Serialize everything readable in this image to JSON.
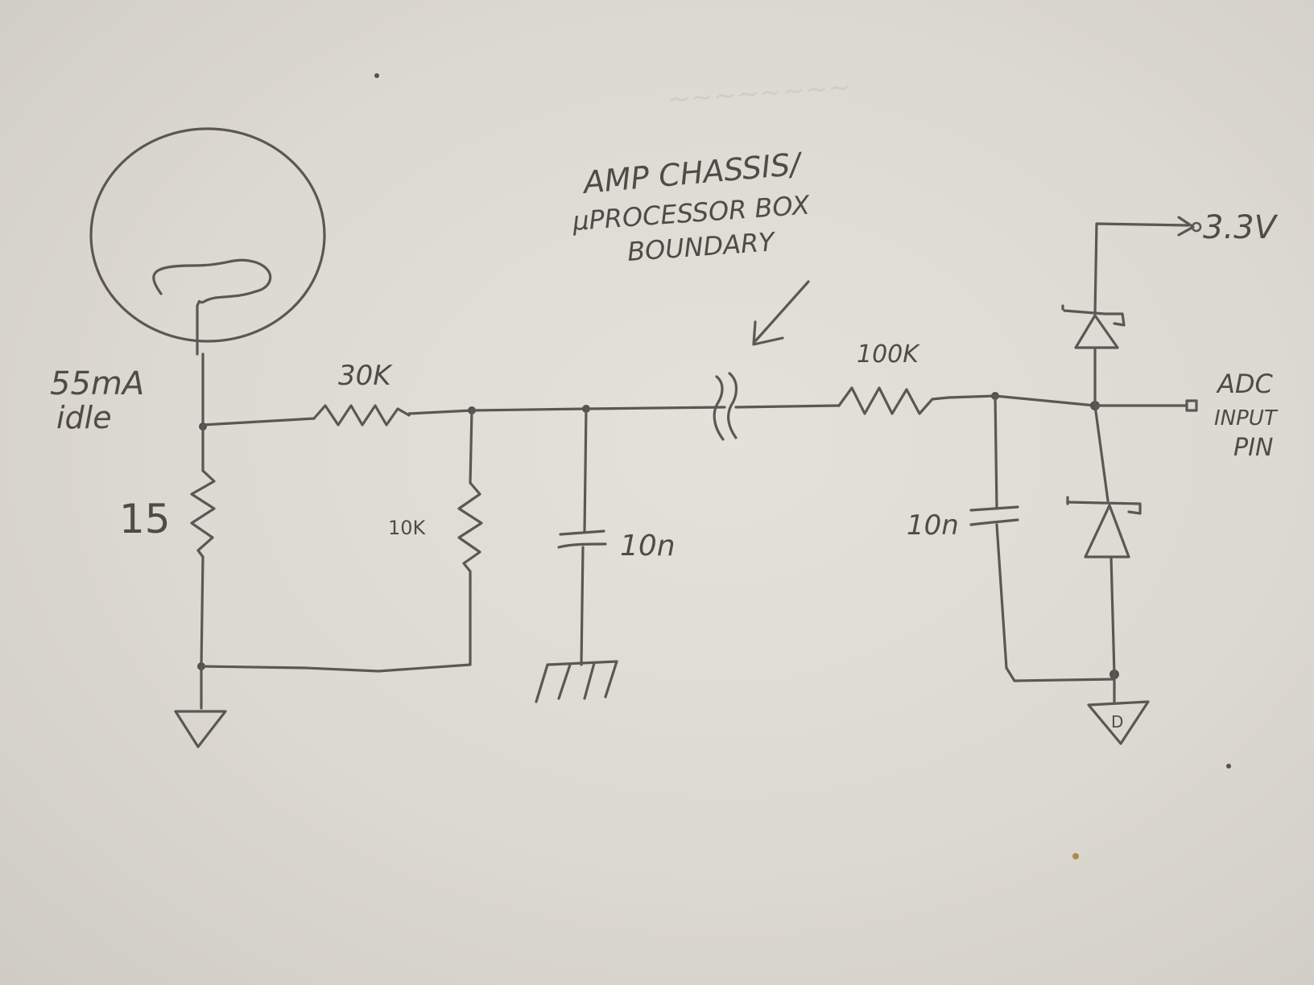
{
  "labels": {
    "current_line1": "55mA",
    "current_line2": "idle",
    "r_sense": "15",
    "r_top": "30K",
    "r_bottom": "10K",
    "c_left": "10n",
    "boundary_line1": "AMP CHASSIS/",
    "boundary_line2": "μPROCESSOR BOX",
    "boundary_line3": "BOUNDARY",
    "r_series": "100K",
    "c_right": "10n",
    "supply": "3.3V",
    "adc_line1": "ADC",
    "adc_line2": "INPUT",
    "adc_line3": "PIN",
    "digital_ground": "D"
  },
  "colors": {
    "paper": "#dcd9d2",
    "pencil": "#5b5853"
  }
}
